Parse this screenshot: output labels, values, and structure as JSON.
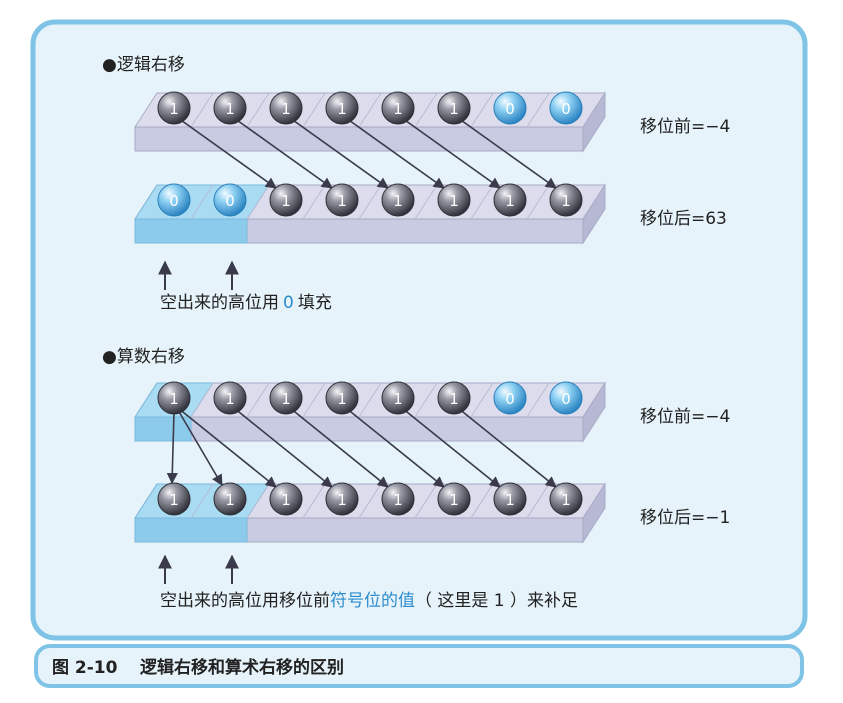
{
  "sections": [
    {
      "heading": "●逻辑右移",
      "before_bits": [
        "1",
        "1",
        "1",
        "1",
        "1",
        "1",
        "0",
        "0"
      ],
      "before_label": "移位前=−4",
      "after_bits": [
        "0",
        "0",
        "1",
        "1",
        "1",
        "1",
        "1",
        "1"
      ],
      "after_label": "移位后=63",
      "note_plain": "空出来的高位用",
      "note_highlight": "0",
      "note_tail": "填充"
    },
    {
      "heading": "●算数右移",
      "before_bits": [
        "1",
        "1",
        "1",
        "1",
        "1",
        "1",
        "0",
        "0"
      ],
      "before_label": "移位前=−4",
      "after_bits": [
        "1",
        "1",
        "1",
        "1",
        "1",
        "1",
        "1",
        "1"
      ],
      "after_label": "移位后=−1",
      "note_plain": "空出来的高位用移位前",
      "note_highlight": "符号位的值",
      "note_tail": "（ 这里是 1 ）来补足"
    }
  ],
  "caption": {
    "number": "图 2-10",
    "text": "逻辑右移和算术右移的区别"
  },
  "colors": {
    "panel_bg": "#e6f3fa",
    "panel_border": "#7fc4e6",
    "tray_top": "#dcdcec",
    "tray_front": "#c9cbe2",
    "tray_side": "#b7b9d4",
    "fill_top": "#a9dcf2",
    "fill_front": "#8ccbec",
    "ball_one": "#5e5e6a",
    "ball_zero": "#4aa6dc",
    "arrow": "#3a3a4a",
    "highlight_text": "#2d8ccd"
  },
  "icons": [
    "black-ball-icon",
    "blue-ball-icon",
    "up-arrow-icon",
    "shift-arrow-icon"
  ]
}
